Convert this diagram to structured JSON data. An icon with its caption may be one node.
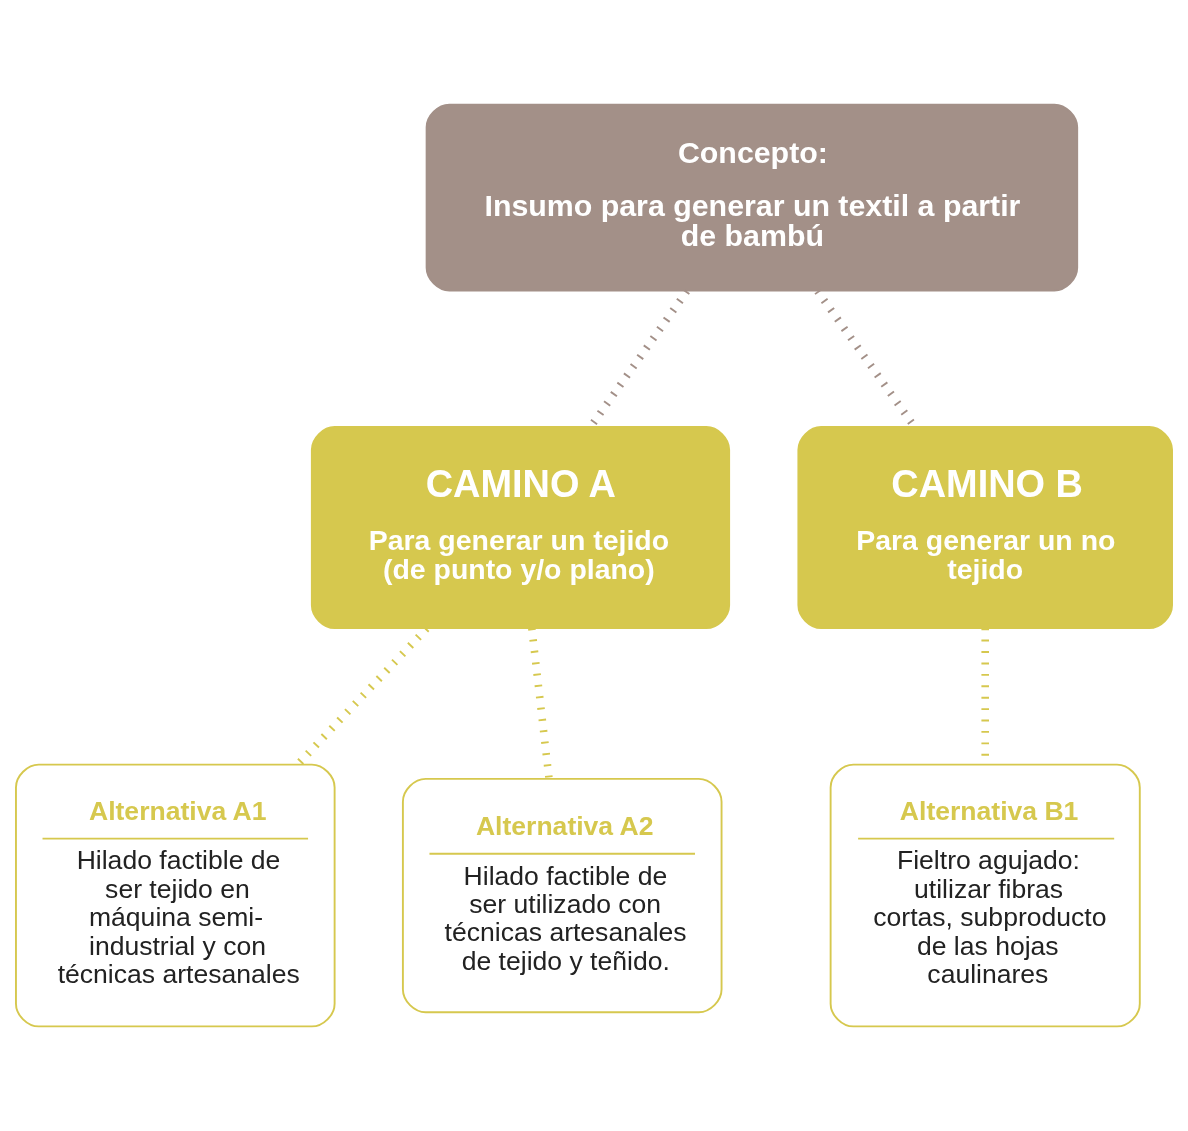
{
  "diagram": {
    "nodes": [
      {
        "text": [
          "Concepto:",
          "Insumo para generar un textil a partir de bambú"
        ]
      },
      {
        "text": [
          "CAMINO A",
          "Para generar un tejido (de punto y/o plano)"
        ]
      },
      {
        "text": [
          "CAMINO B",
          "Para generar un no tejido"
        ]
      },
      {
        "text": [
          "Alternativa A1",
          "Hilado factible de ser tejido en máquina semi-industrial y con técnicas artesanales"
        ]
      },
      {
        "text": [
          "Alternativa A2",
          "Hilado factible de ser utilizado con técnicas artesanales de tejido y teñido."
        ]
      },
      {
        "text": [
          "Alternativa B1",
          "Fieltro agujado: utilizar fibras cortas, subproducto de las hojas caulinares"
        ]
      }
    ],
    "edges": [
      {
        "from": 0,
        "to": 1,
        "arrow": "none",
        "style": "dashed",
        "color": "#a39088"
      },
      {
        "from": 0,
        "to": 2,
        "arrow": "none",
        "style": "dashed",
        "color": "#a39088"
      },
      {
        "from": 1,
        "to": 3,
        "arrow": "none",
        "style": "dashed"
      },
      {
        "from": 1,
        "to": 4,
        "arrow": "none",
        "style": "dashed"
      },
      {
        "from": 2,
        "to": 5,
        "arrow": "none",
        "style": "dashed"
      }
    ]
  }
}
